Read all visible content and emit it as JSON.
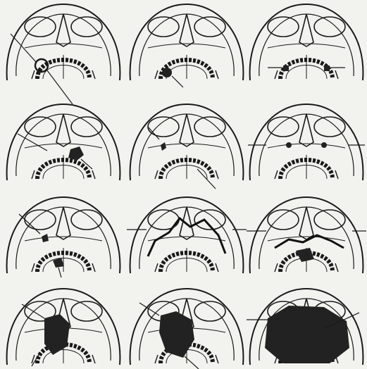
{
  "figure": {
    "panels": [
      {
        "id": "1",
        "fracture": "maxilla-alveolar-left"
      },
      {
        "id": "2",
        "fracture": "hard-palate-center"
      },
      {
        "id": "3",
        "fracture": "bilateral-alveolar-small"
      },
      {
        "id": "4",
        "fracture": "maxilla-right-large"
      },
      {
        "id": "5",
        "fracture": "zygomatic-left"
      },
      {
        "id": "6",
        "fracture": "bilateral-zygomatic"
      },
      {
        "id": "7",
        "fracture": "combined-midface-palate"
      },
      {
        "id": "8",
        "fracture": "le-fort-line"
      },
      {
        "id": "9",
        "fracture": "le-fort-with-palate"
      },
      {
        "id": "10",
        "fracture": "comminuted-left"
      },
      {
        "id": "11",
        "fracture": "comminuted-central"
      },
      {
        "id": "12",
        "fracture": "panfacial-comminuted"
      }
    ],
    "colors": {
      "paper": "#f2f2ef",
      "ink": "#1a1a1a",
      "fracture_fill": "#222222",
      "bleed_text": "#b9b9b5"
    }
  }
}
